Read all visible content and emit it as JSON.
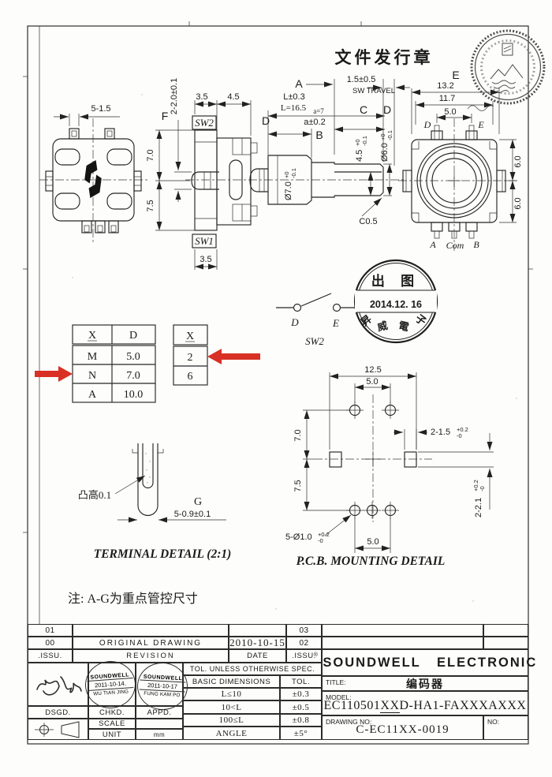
{
  "colors": {
    "accent_red": "#d93025",
    "ink": "#1e1e1e"
  },
  "header": {
    "doc_stamp": "文件发行章"
  },
  "note": "注: A-G为重点管控尺寸",
  "drawing": {
    "fw_pins": "5-1.5",
    "sv_f": "F",
    "sv_2_20": "2-2.0±0.1",
    "sv_35": "3.5",
    "sv_45": "4.5",
    "sv_sw2": "SW2",
    "sv_sw1": "SW1",
    "sv_sw1_35": "3.5",
    "sv_70": "7.0",
    "sv_75": "7.5",
    "sh_a": "A",
    "sh_l": "L±0.3",
    "sh_l165": "L=16.5",
    "sh_a7": "a=7",
    "sh_a02": "a±0.2",
    "sh_b": "B",
    "sh_d": "D",
    "sh_d7": "Ø7.0",
    "sh_45": "4.5",
    "sh_d6": "Ø6.0",
    "sup0": "+0",
    "sub01": "-0.1",
    "sup02": "+0.2",
    "sub0": "-0",
    "sh_c05": "C0.5",
    "sh_travel": "1.5±0.5",
    "sh_travel_lbl": "SW TRAVEL",
    "sh_c": "C",
    "sh_cd": "D",
    "rv_e": "E",
    "rv_132": "13.2",
    "rv_117": "11.7",
    "rv_50": "5.0",
    "rv_d": "D",
    "rv_e2": "E",
    "rv_60a": "6.0",
    "rv_60b": "6.0",
    "rv_a": "A",
    "rv_com": "Com",
    "rv_b": "B",
    "pcb_125": "12.5",
    "pcb_50t": "5.0",
    "pcb_70": "7.0",
    "pcb_75": "7.5",
    "pcb_215": "2-1.5",
    "pcb_221": "2-2.1",
    "pcb_510": "5-Ø1.0",
    "pcb_50b": "5.0",
    "pcb_title": "P.C.B. MOUNTING DETAIL",
    "td_callout": "凸高0.1",
    "td_g": "G",
    "td_dim": "5-0.9±0.1",
    "td_title": "TERMINAL DETAIL (2:1)"
  },
  "tables": {
    "xd": {
      "h1": "X",
      "h2": "D",
      "rows": [
        [
          "M",
          "5.0"
        ],
        [
          "N",
          "7.0"
        ],
        [
          "A",
          "10.0"
        ]
      ]
    },
    "x2": {
      "h": "X",
      "r1": "2",
      "r2": "6"
    }
  },
  "sw2sym": {
    "d": "D",
    "e": "E",
    "name": "SW2"
  },
  "stamp": {
    "top": "出 图",
    "date": "2014.12. 16",
    "chars": [
      "昇",
      "威",
      "電",
      "子"
    ]
  },
  "revision": {
    "r1": [
      "01",
      "",
      "",
      "03"
    ],
    "r2": [
      "00",
      "ORIGINAL DRAWING",
      "2010-10-15",
      "02"
    ],
    "r3": [
      ".ISSU.",
      "REVISION",
      "DATE",
      ".ISSU."
    ]
  },
  "titleblock": {
    "dsgd": "DSGD.",
    "chkd": "CHKD.",
    "appd": "APPD.",
    "scale": "SCALE",
    "unit": "UNIT",
    "unit_val": "mm",
    "tol_header": "TOL. UNLESS OTHERWISE SPEC.",
    "basic_dim": "BASIC DIMENSIONS",
    "tol": "TOL.",
    "tol_rows": [
      [
        "L≤10",
        "±0.3"
      ],
      [
        "10<L",
        "±0.5"
      ],
      [
        "100≤L",
        "±0.8"
      ],
      [
        "ANGLE",
        "±5°"
      ]
    ],
    "company": "SOUNDWELL ELECTRONIC",
    "title_label": "TITLE:",
    "title_value": "编码器",
    "model_label": "MODEL:",
    "model_prefix": "EC110501",
    "model_underline": "XX",
    "model_suffix": "D-HA1-FAXXXAXXX",
    "drawing_label": "DRAWING NO:",
    "drawing_value": "C-EC11XX-0019",
    "no_label": "NO:",
    "stamp1": {
      "l1": "SOUNDWELL",
      "l2": "2011-10-14.",
      "l3": "WU TIAN JING"
    },
    "stamp2": {
      "l1": "SOUNDWELL",
      "l2": "2011-10-17",
      "l3": "FUNG KAM PO"
    }
  }
}
